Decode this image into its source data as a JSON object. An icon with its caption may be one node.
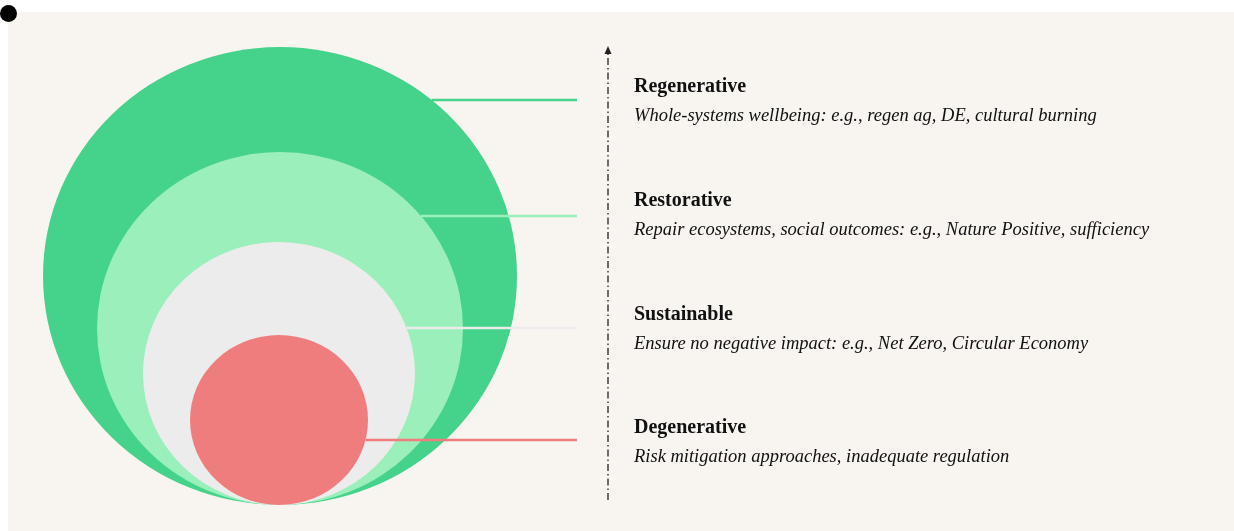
{
  "diagram": {
    "nodes": [
      {
        "text": [],
        "shape": "circle"
      },
      {
        "text": [],
        "shape": "circle",
        "in": 0
      },
      {
        "text": [],
        "shape": "circle",
        "in": 1
      },
      {
        "text": [],
        "shape": "circle",
        "in": 2
      },
      {
        "text": [
          "Regenerative",
          "Whole-systems wellbeing: e.g., regen ag, DE, cultural burning"
        ]
      },
      {
        "text": [
          "Restorative",
          "Repair ecosystems, social outcomes: e.g., Nature Positive, sufficiency"
        ]
      },
      {
        "text": [
          "Sustainable",
          "Ensure no negative impact: e.g., Net Zero, Circular Economy"
        ]
      },
      {
        "text": [
          "Degenerative",
          "Risk mitigation approaches, inadequate regulation"
        ]
      }
    ],
    "edges": [
      {
        "from": 4,
        "to": 0,
        "arrow": "none",
        "color": "#45d28b"
      },
      {
        "from": 5,
        "to": 1,
        "arrow": "none",
        "color": "#9aefbb"
      },
      {
        "from": 6,
        "to": 2,
        "arrow": "none",
        "color": "#ececec"
      },
      {
        "from": 7,
        "to": 3,
        "arrow": "none",
        "color": "#ef7d7d"
      }
    ]
  }
}
